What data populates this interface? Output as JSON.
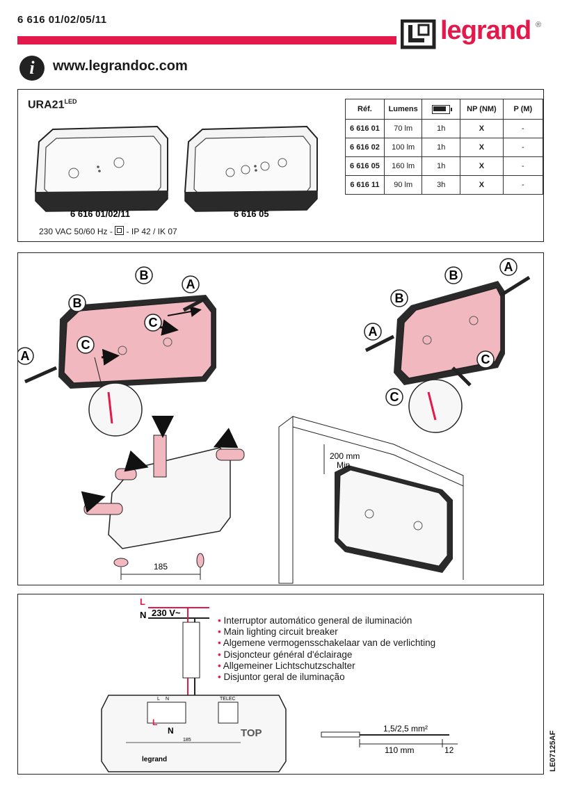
{
  "header": {
    "reference_line": "6 616 01/02/05/11",
    "brand": "legrand",
    "brand_mark": "®",
    "website": "www.legrandoc.com"
  },
  "product": {
    "model": "URA21",
    "model_suffix": "LED",
    "label_left": "6 616 01/02/11",
    "label_right": "6 616 05",
    "spec_before_symbol": "230 VAC 50/60 Hz -",
    "spec_after_symbol": "- IP 42 / IK 07"
  },
  "table": {
    "headers": [
      "Réf.",
      "Lumens",
      "",
      "NP (NM)",
      "P (M)"
    ],
    "rows": [
      [
        "6 616 01",
        "70 lm",
        "1h",
        "X",
        "-"
      ],
      [
        "6 616 02",
        "100 lm",
        "1h",
        "X",
        "-"
      ],
      [
        "6 616 05",
        "160 lm",
        "1h",
        "X",
        "-"
      ],
      [
        "6 616 11",
        "90 lm",
        "3h",
        "X",
        "-"
      ]
    ]
  },
  "install": {
    "callouts": [
      "A",
      "B",
      "C"
    ],
    "spacing": "185",
    "wall_gap_value": "200 mm",
    "wall_gap_min": "Min"
  },
  "wiring": {
    "line_L": "L",
    "line_N": "N",
    "supply": "230 V~",
    "breaker_descriptions": [
      "Interruptor automático general de iluminación",
      "Main lighting circuit breaker",
      "Algemene vermogensschakelaar van de verlichting",
      "Disjoncteur général d'éclairage",
      "Allgemeiner Lichtschutzschalter",
      "Disjuntor geral de iluminação"
    ],
    "terminal_L": "L",
    "terminal_N": "N",
    "terminal_telec": "TELEC",
    "top_mark": "TOP",
    "base_spacing": "185",
    "base_brand": "legrand",
    "wire_section": "1,5/2,5 mm²",
    "wire_length": "110 mm",
    "strip_length": "12"
  },
  "document_id": "LE07125AF",
  "colors": {
    "accent": "#e3194b",
    "pink_fill": "#f2b8c0"
  }
}
